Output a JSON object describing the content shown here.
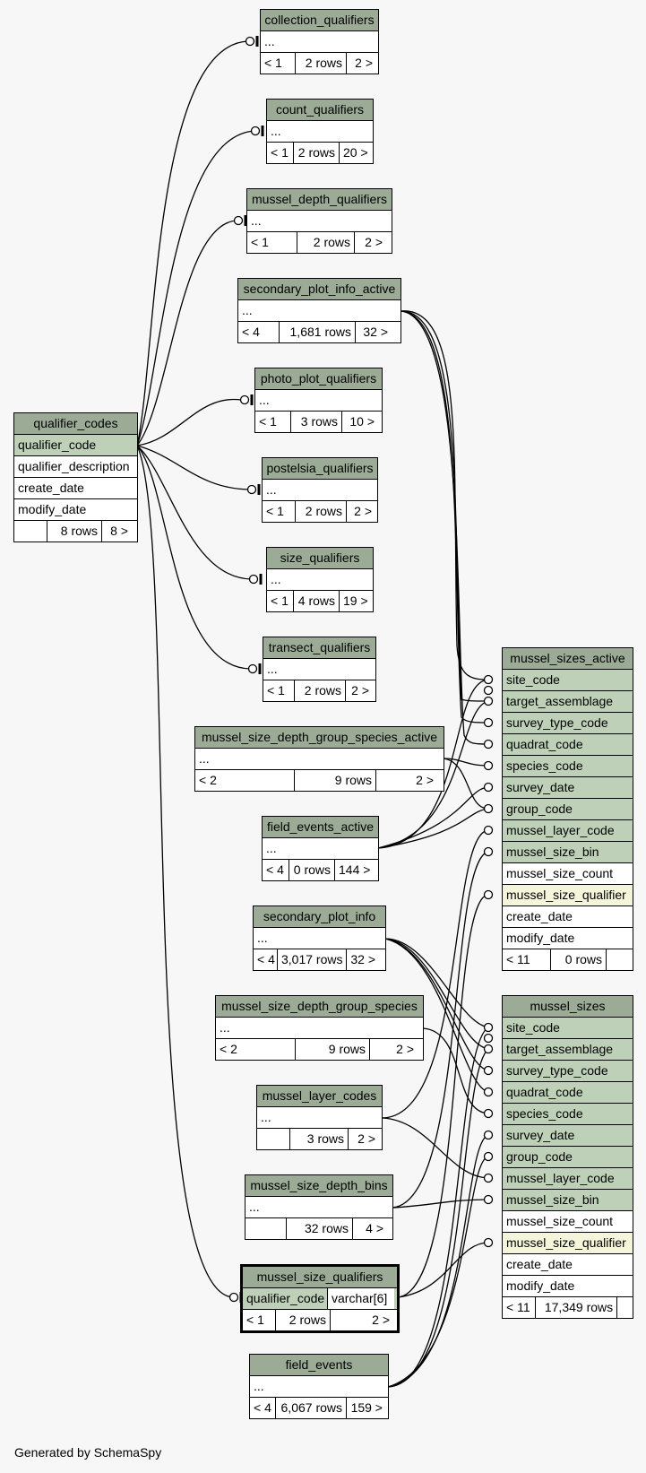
{
  "footer": "Generated by SchemaSpy",
  "tables": {
    "collection_qualifiers": {
      "name": "collection_qualifiers",
      "rows": [
        "..."
      ],
      "foot": [
        "< 1",
        "2 rows",
        "2 >"
      ]
    },
    "count_qualifiers": {
      "name": "count_qualifiers",
      "rows": [
        "..."
      ],
      "foot": [
        "< 1",
        "2 rows",
        "20 >"
      ]
    },
    "mussel_depth_qualifiers": {
      "name": "mussel_depth_qualifiers",
      "rows": [
        "..."
      ],
      "foot": [
        "< 1",
        "2 rows",
        "2 >"
      ]
    },
    "secondary_plot_info_active": {
      "name": "secondary_plot_info_active",
      "rows": [
        "..."
      ],
      "foot": [
        "< 4",
        "1,681 rows",
        "32 >"
      ]
    },
    "photo_plot_qualifiers": {
      "name": "photo_plot_qualifiers",
      "rows": [
        "..."
      ],
      "foot": [
        "< 1",
        "3 rows",
        "10 >"
      ]
    },
    "postelsia_qualifiers": {
      "name": "postelsia_qualifiers",
      "rows": [
        "..."
      ],
      "foot": [
        "< 1",
        "2 rows",
        "2 >"
      ]
    },
    "size_qualifiers": {
      "name": "size_qualifiers",
      "rows": [
        "..."
      ],
      "foot": [
        "< 1",
        "4 rows",
        "19 >"
      ]
    },
    "transect_qualifiers": {
      "name": "transect_qualifiers",
      "rows": [
        "..."
      ],
      "foot": [
        "< 1",
        "2 rows",
        "2 >"
      ]
    },
    "qualifier_codes": {
      "name": "qualifier_codes",
      "rows": [
        "qualifier_code",
        "qualifier_description",
        "create_date",
        "modify_date"
      ],
      "foot": [
        "",
        "8 rows",
        "8 >"
      ]
    },
    "mussel_size_depth_group_species_active": {
      "name": "mussel_size_depth_group_species_active",
      "rows": [
        "..."
      ],
      "foot": [
        "< 2",
        "9 rows",
        "2 >"
      ]
    },
    "field_events_active": {
      "name": "field_events_active",
      "rows": [
        "..."
      ],
      "foot": [
        "< 4",
        "0 rows",
        "144 >"
      ]
    },
    "secondary_plot_info": {
      "name": "secondary_plot_info",
      "rows": [
        "..."
      ],
      "foot": [
        "< 4",
        "3,017 rows",
        "32 >"
      ]
    },
    "mussel_size_depth_group_species": {
      "name": "mussel_size_depth_group_species",
      "rows": [
        "..."
      ],
      "foot": [
        "< 2",
        "9 rows",
        "2 >"
      ]
    },
    "mussel_layer_codes": {
      "name": "mussel_layer_codes",
      "rows": [
        "..."
      ],
      "foot": [
        "",
        "3 rows",
        "2 >"
      ]
    },
    "mussel_size_depth_bins": {
      "name": "mussel_size_depth_bins",
      "rows": [
        "..."
      ],
      "foot": [
        "",
        "32 rows",
        "4 >"
      ]
    },
    "mussel_size_qualifiers": {
      "name": "mussel_size_qualifiers",
      "rows": [
        "qualifier_code"
      ],
      "row_type": "varchar[6]",
      "foot": [
        "< 1",
        "2 rows",
        "2 >"
      ]
    },
    "field_events": {
      "name": "field_events",
      "rows": [
        "..."
      ],
      "foot": [
        "< 4",
        "6,067 rows",
        "159 >"
      ]
    },
    "mussel_sizes_active": {
      "name": "mussel_sizes_active",
      "rows": [
        "site_code",
        "target_assemblage",
        "survey_type_code",
        "quadrat_code",
        "species_code",
        "survey_date",
        "group_code",
        "mussel_layer_code",
        "mussel_size_bin",
        "mussel_size_count",
        "mussel_size_qualifier",
        "create_date",
        "modify_date"
      ],
      "foot": [
        "< 11",
        "0 rows",
        ""
      ]
    },
    "mussel_sizes": {
      "name": "mussel_sizes",
      "rows": [
        "site_code",
        "target_assemblage",
        "survey_type_code",
        "quadrat_code",
        "species_code",
        "survey_date",
        "group_code",
        "mussel_layer_code",
        "mussel_size_bin",
        "mussel_size_count",
        "mussel_size_qualifier",
        "create_date",
        "modify_date"
      ],
      "foot": [
        "< 11",
        "17,349 rows",
        ""
      ]
    }
  }
}
